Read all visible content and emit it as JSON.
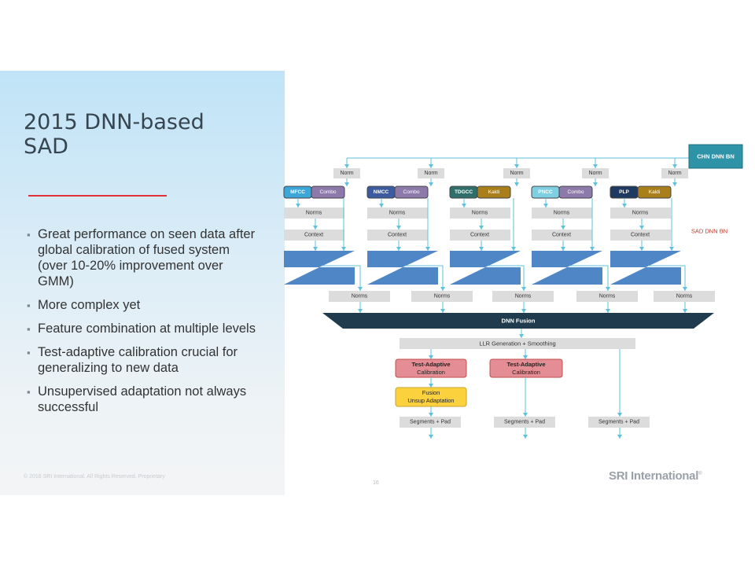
{
  "slide": {
    "title_line1": "2015 DNN-based",
    "title_line2": "SAD",
    "bullets": [
      "Great performance on seen data after global calibration of fused system (over 10-20% improvement over GMM)",
      "More complex yet",
      "Feature combination at multiple levels",
      "Test-adaptive calibration crucial for generalizing to new data",
      "Unsupervised adaptation not always successful"
    ],
    "bullet_marker": "▪",
    "copyright": "© 2016 SRI International. All Rights Reserved. Proprietary",
    "page_number": "16",
    "logo_text": "SRI International",
    "logo_mark": "®"
  },
  "diagram": {
    "top_bn_label": "CHN DNN BN",
    "side_bn_label": "SAD DNN BN",
    "norm_label": "Norm",
    "norms_label": "Norms",
    "context_label": "Context",
    "branches": [
      {
        "feature": "MFCC",
        "feature_color": "#3ba6d7",
        "combo": "Combo",
        "combo_color": "#8d79aa"
      },
      {
        "feature": "NMCC",
        "feature_color": "#3d5c9f",
        "combo": "Combo",
        "combo_color": "#8d79aa"
      },
      {
        "feature": "TDGCC",
        "feature_color": "#2e6f6b",
        "combo": "Kaldi",
        "combo_color": "#a97f1c"
      },
      {
        "feature": "PNCC",
        "feature_color": "#7fcfe3",
        "combo": "Combo",
        "combo_color": "#8d79aa"
      },
      {
        "feature": "PLP",
        "feature_color": "#1f3a60",
        "combo": "Kaldi",
        "combo_color": "#a97f1c"
      }
    ],
    "fusion_label": "DNN Fusion",
    "llr_label": "LLR Generation + Smoothing",
    "calib1_label_line1": "Test-Adaptive",
    "calib1_label_line2": "Calibration",
    "calib2_label_line1": "Test-Adaptive",
    "calib2_label_line2": "Calibration",
    "fusion_adapt_line1": "Fusion",
    "fusion_adapt_line2": "Unsup Adaptation",
    "segments_label": "Segments + Pad",
    "colors": {
      "arrow": "#5fc2dc",
      "gray_box": "#dcdcdc",
      "hourglass": "#4f86c6",
      "fusion_bar": "#1f3b4d",
      "calib_fill": "#e58d94",
      "calib_border": "#c0504d",
      "adapt_fill": "#fcd13e",
      "adapt_border": "#c8a228",
      "top_bn_fill": "#2f93a8",
      "side_bn_text": "#c0392b"
    }
  }
}
